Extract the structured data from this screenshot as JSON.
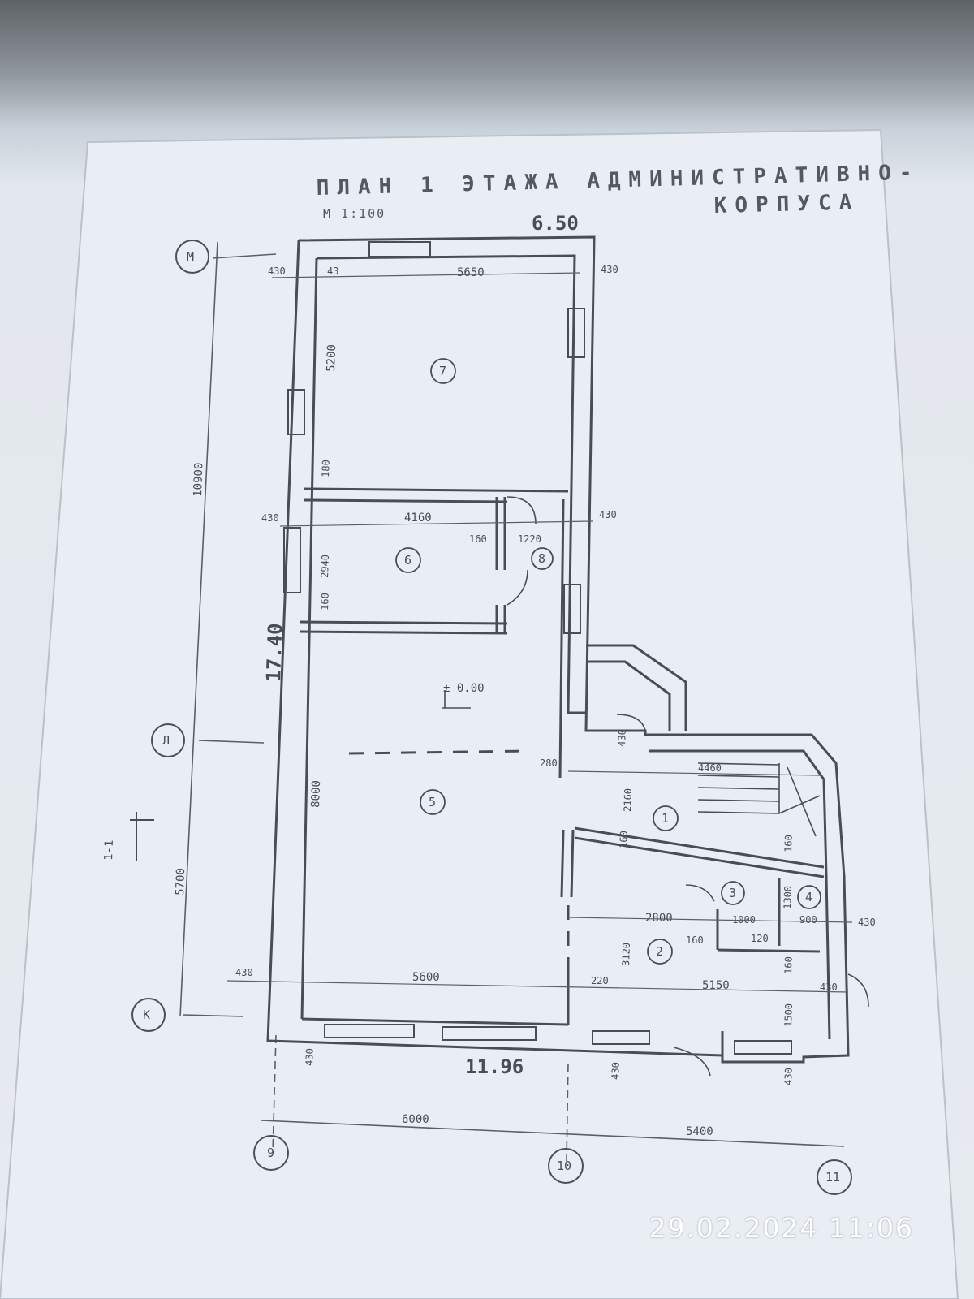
{
  "drawing": {
    "title_line1": "ПЛАН 1 ЭТАЖА АДМИНИСТРАТИВНО-",
    "title_line2": "КОРПУСА",
    "scale": "М 1:100",
    "overall_width_top": "6.50",
    "overall_length": "17.40",
    "overall_width_bottom": "11.96",
    "level_mark": "± 0.00",
    "section_mark": "1-1"
  },
  "axes": {
    "m": "М",
    "l": "Л",
    "k": "К",
    "a9": "9",
    "a10": "10",
    "a11": "11"
  },
  "rooms": {
    "r1": "1",
    "r2": "2",
    "r3": "3",
    "r4": "4",
    "r5": "5",
    "r6": "6",
    "r7": "7",
    "r8": "8"
  },
  "dims": {
    "d10900": "10900",
    "d5700": "5700",
    "d6000": "6000",
    "d5400": "5400",
    "d5650": "5650",
    "d5200": "5200",
    "d430_tl": "430",
    "d43": "43",
    "d430_tr": "430",
    "d180": "180",
    "d4160": "4160",
    "d430_ml": "430",
    "d430_mr": "430",
    "d160_a": "160",
    "d1220": "1220",
    "d2940": "2940",
    "d160_b": "160",
    "d8000": "8000",
    "d4460": "4460",
    "d2160": "2160",
    "d430_st": "430",
    "d280": "280",
    "d160_c": "160",
    "d160_d": "160",
    "d2800": "2800",
    "d1000": "1000",
    "d1300": "1300",
    "d900": "900",
    "d430_r": "430",
    "d160_e": "160",
    "d120": "120",
    "d3120": "3120",
    "d160_f": "160",
    "d430_bl": "430",
    "d5600": "5600",
    "d220": "220",
    "d5150": "5150",
    "d430_br": "430",
    "d1500": "1500",
    "d430_b1": "430",
    "d430_b2": "430",
    "d430_b3": "430"
  },
  "photo": {
    "timestamp": "29.02.2024 11:06"
  }
}
